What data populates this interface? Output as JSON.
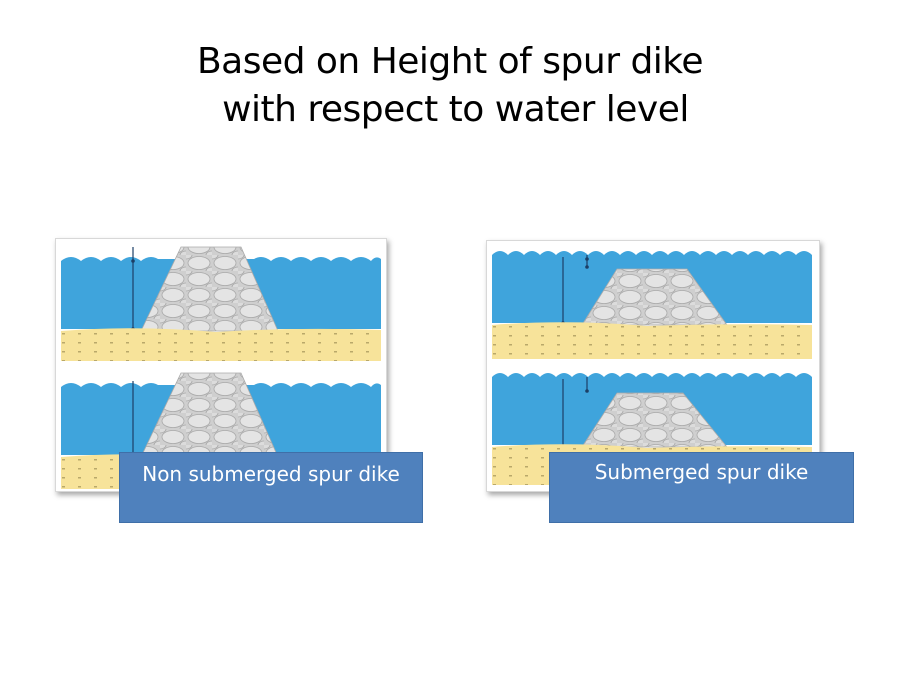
{
  "slide": {
    "title_line1": "Based on Height of spur dike",
    "title_line2": " with respect to water level"
  },
  "diagrams": [
    {
      "id": "left",
      "caption": "Non submerged spur dike",
      "type": "non-submerged",
      "subdiagrams": 2
    },
    {
      "id": "right",
      "caption": "Submerged spur dike",
      "type": "submerged",
      "subdiagrams": 2
    }
  ],
  "colors": {
    "water": "#3fa4dc",
    "sand": "#f7e39a",
    "dike": "#c9c9c9",
    "caption_box": "#4f81bd"
  }
}
